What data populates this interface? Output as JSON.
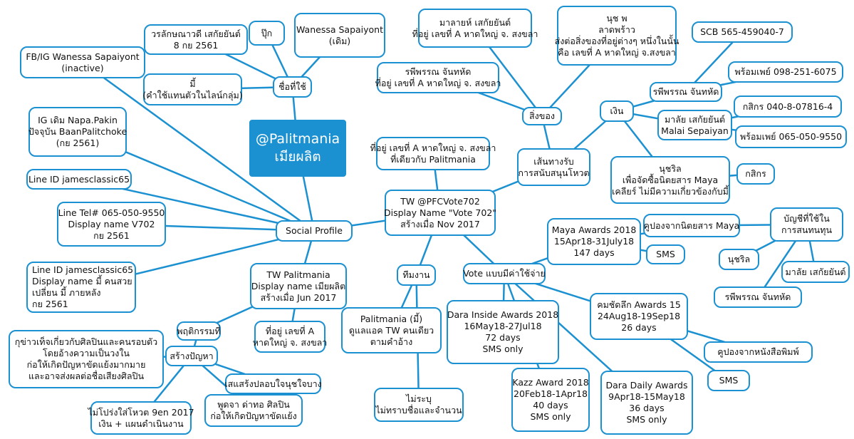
{
  "colors": {
    "accent": "#1c91d1",
    "line": "#1c91d1",
    "central_fill": "#1c91d1",
    "central_text": "#ffffff"
  },
  "nodes": {
    "central": {
      "lines": [
        "@Palitmania",
        "เมียผลิต"
      ]
    },
    "names_used": {
      "lines": [
        "ชื่อที่ใช้"
      ]
    },
    "name_woralak": {
      "lines": [
        "วรลักษณาวดี เสกัยยันต์",
        "8 กย 2561"
      ]
    },
    "name_pook": {
      "lines": [
        "ปุ๊ก"
      ]
    },
    "name_wanessa": {
      "lines": [
        "Wanessa Sapaiyont",
        "(เดิม)"
      ]
    },
    "name_mee": {
      "lines": [
        "มี้",
        "(คำใช้แทนตัวในไลน์กลุ่ม)"
      ]
    },
    "fbig": {
      "lines": [
        "FB/IG Wanessa Sapaiyont",
        "(inactive)"
      ]
    },
    "ig": {
      "lines": [
        "IG เดิม Napa.Pakin",
        "ปัจจุบัน BaanPalitchoke",
        "(กย 2561)"
      ]
    },
    "line_id1": {
      "lines": [
        "Line ID  jamesclassic65"
      ]
    },
    "line_tel": {
      "lines": [
        "Line Tel# 065-050-9550",
        "Display name V702",
        "กย 2561"
      ]
    },
    "social_profile": {
      "lines": [
        "Social Profile"
      ]
    },
    "line_id2": {
      "lines": [
        "Line ID  jamesclassic65",
        "Display name มี้ คนสวย",
        "เปลี่ยน มี้ ภายหลัง",
        "กย 2561"
      ]
    },
    "tw_palit": {
      "lines": [
        "TW Palitmania",
        "Display name เมียผลิต",
        "สร้างเมื่อ Jun 2017"
      ]
    },
    "behavior": {
      "lines": [
        "พฤติกรรมที่"
      ]
    },
    "addr_tw": {
      "lines": [
        "ที่อยู่ เลขที่ A",
        "หาดใหญ่ จ. สงขลา"
      ]
    },
    "problems": {
      "lines": [
        "สร้างปัญหา"
      ]
    },
    "rumor": {
      "lines": [
        "กุข่าวเท็จเกี่ยวกับศิลปินและคนรอบตัว",
        "โดยอ้างความเป็นวงใน",
        "ก่อให้เกิดปัญหาขัดแย้งมากมาย",
        "และอาจส่งผลต่อชื่อเสียงศิลปิน"
      ]
    },
    "incite": {
      "lines": [
        "เสแสร้งปลอบใจนุชใจบาง"
      ]
    },
    "speech": {
      "lines": [
        "พูดจา ด่าทอ ศิลปิน",
        "ก่อให้เกิดปัญหาขัดแย้ง"
      ]
    },
    "vote_9en": {
      "lines": [
        "ไม่โปร่งใส่โหวต 9en 2017",
        "เงิน + แผนดำเนินงาน"
      ]
    },
    "addr_central": {
      "lines": [
        "ที่อยู่ เลขที่ A หาดใหญ่ จ. สงขลา",
        "ที่เดียวกับ Palitmania"
      ]
    },
    "tw_pfc": {
      "lines": [
        "TW @PFCVote702",
        "Display Name \"Vote 702\"",
        "สร้างเมื่อ Nov 2017"
      ]
    },
    "team": {
      "lines": [
        "ทีมงาน"
      ]
    },
    "palit_mee": {
      "lines": [
        "Palitmania (มี้)",
        "ดูแลแอค TW คนเดียว",
        "ตามคำอ้าง"
      ]
    },
    "unknown": {
      "lines": [
        "ไม่ระบุ",
        "ไม่ทราบชื่อและจำนวน"
      ]
    },
    "paid_vote": {
      "lines": [
        "Vote แบบมีค่าใช้จ่าย"
      ]
    },
    "maya_awards": {
      "lines": [
        "Maya Awards 2018",
        "15Apr18-31July18",
        "147 days"
      ]
    },
    "maya_coupon": {
      "lines": [
        "คูปองจากนิตยสาร Maya"
      ]
    },
    "maya_sms": {
      "lines": [
        "SMS"
      ]
    },
    "accounts": {
      "lines": [
        "บัญชีที่ใช้ใน",
        "การสนทนทุน"
      ]
    },
    "acc_nuch": {
      "lines": [
        "นุชริล"
      ]
    },
    "acc_malai": {
      "lines": [
        "มาลัย เสกัยยันต์"
      ]
    },
    "acc_rapee": {
      "lines": [
        "รพีพรรณ จันทหัด"
      ]
    },
    "dara_inside": {
      "lines": [
        "Dara Inside Awards 2018",
        "16May18-27Jul18",
        "72 days",
        "SMS only"
      ]
    },
    "komchadluek": {
      "lines": [
        "คมชัดลึก  Awards 15",
        "24Aug18-19Sep18",
        "26 days"
      ]
    },
    "kc_coupon": {
      "lines": [
        "คูปองจากหนังสือพิมพ์"
      ]
    },
    "kc_sms": {
      "lines": [
        "SMS"
      ]
    },
    "kazz": {
      "lines": [
        "Kazz Award 2018",
        "20Feb18-1Apr18",
        "40 days",
        "SMS only"
      ]
    },
    "dara_daily": {
      "lines": [
        "Dara Daily Awards",
        "9Apr18-15May18",
        "36 days",
        "SMS only"
      ]
    },
    "support": {
      "lines": [
        "เส้นทางรับ",
        "การสนับสนุนโหวต"
      ]
    },
    "goods": {
      "lines": [
        "สิ่งของ"
      ]
    },
    "goods_malai": {
      "lines": [
        "มาลายห์ เสกัยยันต์",
        "ที่อยู่ เลขที่ A หาดใหญ่ จ. สงขลา"
      ]
    },
    "goods_nuch": {
      "lines": [
        "นุช พ",
        "ลาดพร้าว",
        "ส่งต่อสิ่งของที่อยู่ต่างๆ หนึ่งในนั้น",
        "คือ เลขที่ A หาดใหญ่ จ.สงขลา"
      ]
    },
    "goods_rapee": {
      "lines": [
        "รพีพรรณ จันทหัด",
        "ที่อยู่ เลขที่ A หาดใหญ่ จ. สงขลา"
      ]
    },
    "money": {
      "lines": [
        "เงิน"
      ]
    },
    "m_rapee": {
      "lines": [
        "รพีพรรณ จันทหัด"
      ]
    },
    "scb": {
      "lines": [
        "SCB 565-459040-7"
      ]
    },
    "pp1": {
      "lines": [
        "พร้อมเพย์ 098-251-6075"
      ]
    },
    "m_malai": {
      "lines": [
        "มาลัย เสกัยยันต์",
        "Malai Sepaiyan"
      ]
    },
    "kbank1": {
      "lines": [
        "กสิกร 040-8-07816-4"
      ]
    },
    "pp2": {
      "lines": [
        "พร้อมเพย์ 065-050-9550"
      ]
    },
    "m_nuch": {
      "lines": [
        "นุชริล",
        "เพื่อจัดซื้อนิตยสาร Maya",
        "เคลียร์ ไม่มีความเกี่ยวข้องกับมี้"
      ]
    },
    "kbank2": {
      "lines": [
        "กสิกร"
      ]
    }
  }
}
